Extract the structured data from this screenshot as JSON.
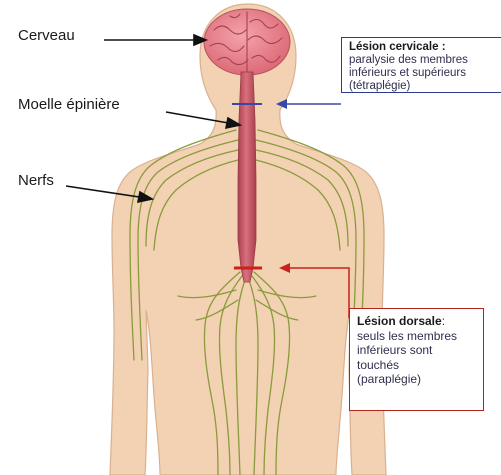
{
  "labels": {
    "brain": "Cerveau",
    "spinal_cord": "Moelle épinière",
    "nerves": "Nerfs"
  },
  "cervical_lesion": {
    "title": "Lésion cervicale :",
    "lines": [
      "paralysie des membres",
      "inférieurs et supérieurs",
      "(tétraplégie)"
    ],
    "border_color": "#2e3a8c"
  },
  "dorsal_lesion": {
    "title": "Lésion dorsale",
    "title_suffix": ":",
    "lines": [
      "seuls les membres",
      "inférieurs sont",
      "touchés",
      "(paraplégie)"
    ],
    "border_color": "#b3261e"
  },
  "colors": {
    "skin": "#f3d2b3",
    "skin_outline": "#d9b08f",
    "brain": "#e8828e",
    "spinal_cord": "#c95d6a",
    "nerves": "#8a9a3c",
    "cervical_marker": "#3848a8",
    "dorsal_marker": "#c8231b"
  }
}
